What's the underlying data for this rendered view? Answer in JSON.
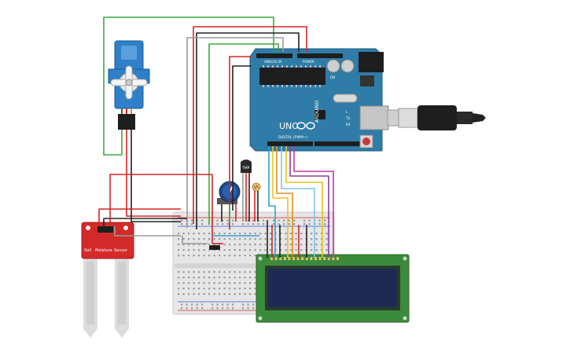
{
  "arduino": {
    "brand": "ARDUINO",
    "model": "UNO",
    "digital_label": "DIGITAL (PWM~)",
    "analog_label": "ANALOG IN",
    "power_label": "POWER",
    "tx_label": "TX",
    "rx_label": "RX",
    "l_label": "L",
    "on_label": "ON"
  },
  "soil_sensor": {
    "label": "Soil Moisture Sensor",
    "label_line1": "Soil",
    "label_line2": "Moisture",
    "label_line3": "Sensor"
  },
  "temp_sensor": {
    "label": "TMP"
  },
  "colors": {
    "arduino_board": "#2f7ca8",
    "breadboard": "#e4e4e4",
    "lcd_board": "#3c8a3c",
    "lcd_screen": "#1f2a52",
    "soil_sensor": "#d42a2a",
    "servo": "#2f7fc9",
    "wire_red": "#d62424",
    "wire_black": "#222222",
    "wire_green": "#3aa83a",
    "wire_gray": "#9a9a9a",
    "wire_blue": "#2aa3d8",
    "wire_orange": "#e88a1a",
    "wire_yellow": "#e8c41a",
    "wire_purple": "#8c3aa8",
    "wire_magenta": "#c0399c",
    "wire_lightblue": "#7cc6e8"
  }
}
